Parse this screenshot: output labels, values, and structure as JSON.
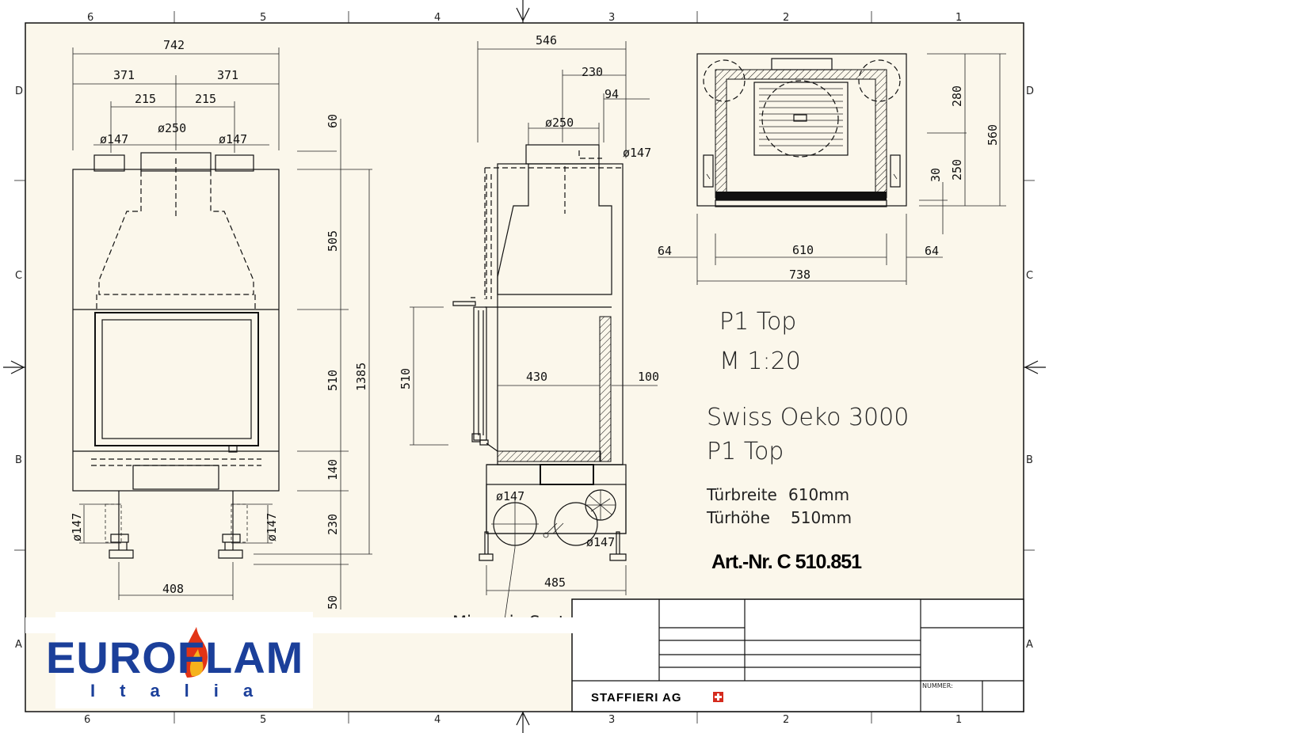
{
  "colors": {
    "paper": "#fbf7eb",
    "ink": "#111111",
    "logo_blue": "#1b3f9a",
    "flame_red": "#e23416",
    "flame_yellow": "#f6b21c",
    "swiss_red": "#d52b1e"
  },
  "grid": {
    "columns_top": [
      "6",
      "5",
      "4",
      "3",
      "2",
      "1"
    ],
    "columns_bottom": [
      "6",
      "5",
      "4",
      "3",
      "2",
      "1"
    ],
    "rows_left": [
      "D",
      "C",
      "B",
      "A"
    ],
    "rows_right": [
      "D",
      "C",
      "B",
      "A"
    ]
  },
  "front_view": {
    "dims": {
      "overall_width": "742",
      "half_left": "371",
      "half_right": "371",
      "spacing_left": "215",
      "spacing_right": "215",
      "pipe_left": "ø147",
      "flue": "ø250",
      "pipe_right": "ø147",
      "h_top": "60",
      "h_hood": "505",
      "h_door": "510",
      "h_total": "1385",
      "h_ash": "140",
      "h_minergie": "230",
      "h_feet": "50",
      "feet_spacing": "408",
      "side_pipe_left": "ø147",
      "side_pipe_right": "ø147"
    }
  },
  "side_view": {
    "dims": {
      "depth": "546",
      "rear_offset": "230",
      "rear_small": "94",
      "flue": "ø250",
      "rear_pipe": "ø147",
      "door_height": "510",
      "inner_depth": "430",
      "wall": "100",
      "bottom_pipe_left": "ø147",
      "bottom_pipe_right": "ø147",
      "base_depth": "485"
    },
    "label": "Minergie System"
  },
  "top_view": {
    "dims": {
      "left_margin": "64",
      "inner_width": "610",
      "right_margin": "64",
      "outer_width": "738",
      "h_back": "280",
      "h_front": "250",
      "h_total": "560",
      "h_lip": "30"
    }
  },
  "title_block": {
    "model_short": "P1  Top",
    "scale": "M  1:20",
    "model_line1": "Swiss Oeko 3000",
    "model_line2": "P1  Top",
    "spec1_label": "Türbreite",
    "spec1_value": "610mm",
    "spec2_label": "Türhöhe",
    "spec2_value": "510mm",
    "article": "Art.-Nr. C 510.851",
    "company": "STAFFIERI AG",
    "number_label": "NUMMER:"
  },
  "logo": {
    "brand": "EUROFLAM",
    "sub": "Italia",
    "icon": "flame-icon"
  }
}
